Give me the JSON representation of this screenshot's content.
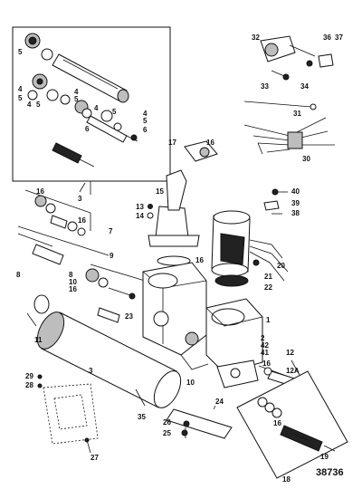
{
  "diagram": {
    "reference_number": "38736",
    "callouts": [
      "1",
      "2",
      "3",
      "4",
      "5",
      "6",
      "7",
      "8",
      "9",
      "10",
      "11",
      "12",
      "12A",
      "13",
      "14",
      "15",
      "16",
      "17",
      "18",
      "19",
      "20",
      "21",
      "22",
      "23",
      "24",
      "25",
      "26",
      "27",
      "28",
      "29",
      "30",
      "31",
      "32",
      "33",
      "34",
      "35",
      "36",
      "37",
      "38",
      "39",
      "40",
      "41",
      "42"
    ]
  }
}
